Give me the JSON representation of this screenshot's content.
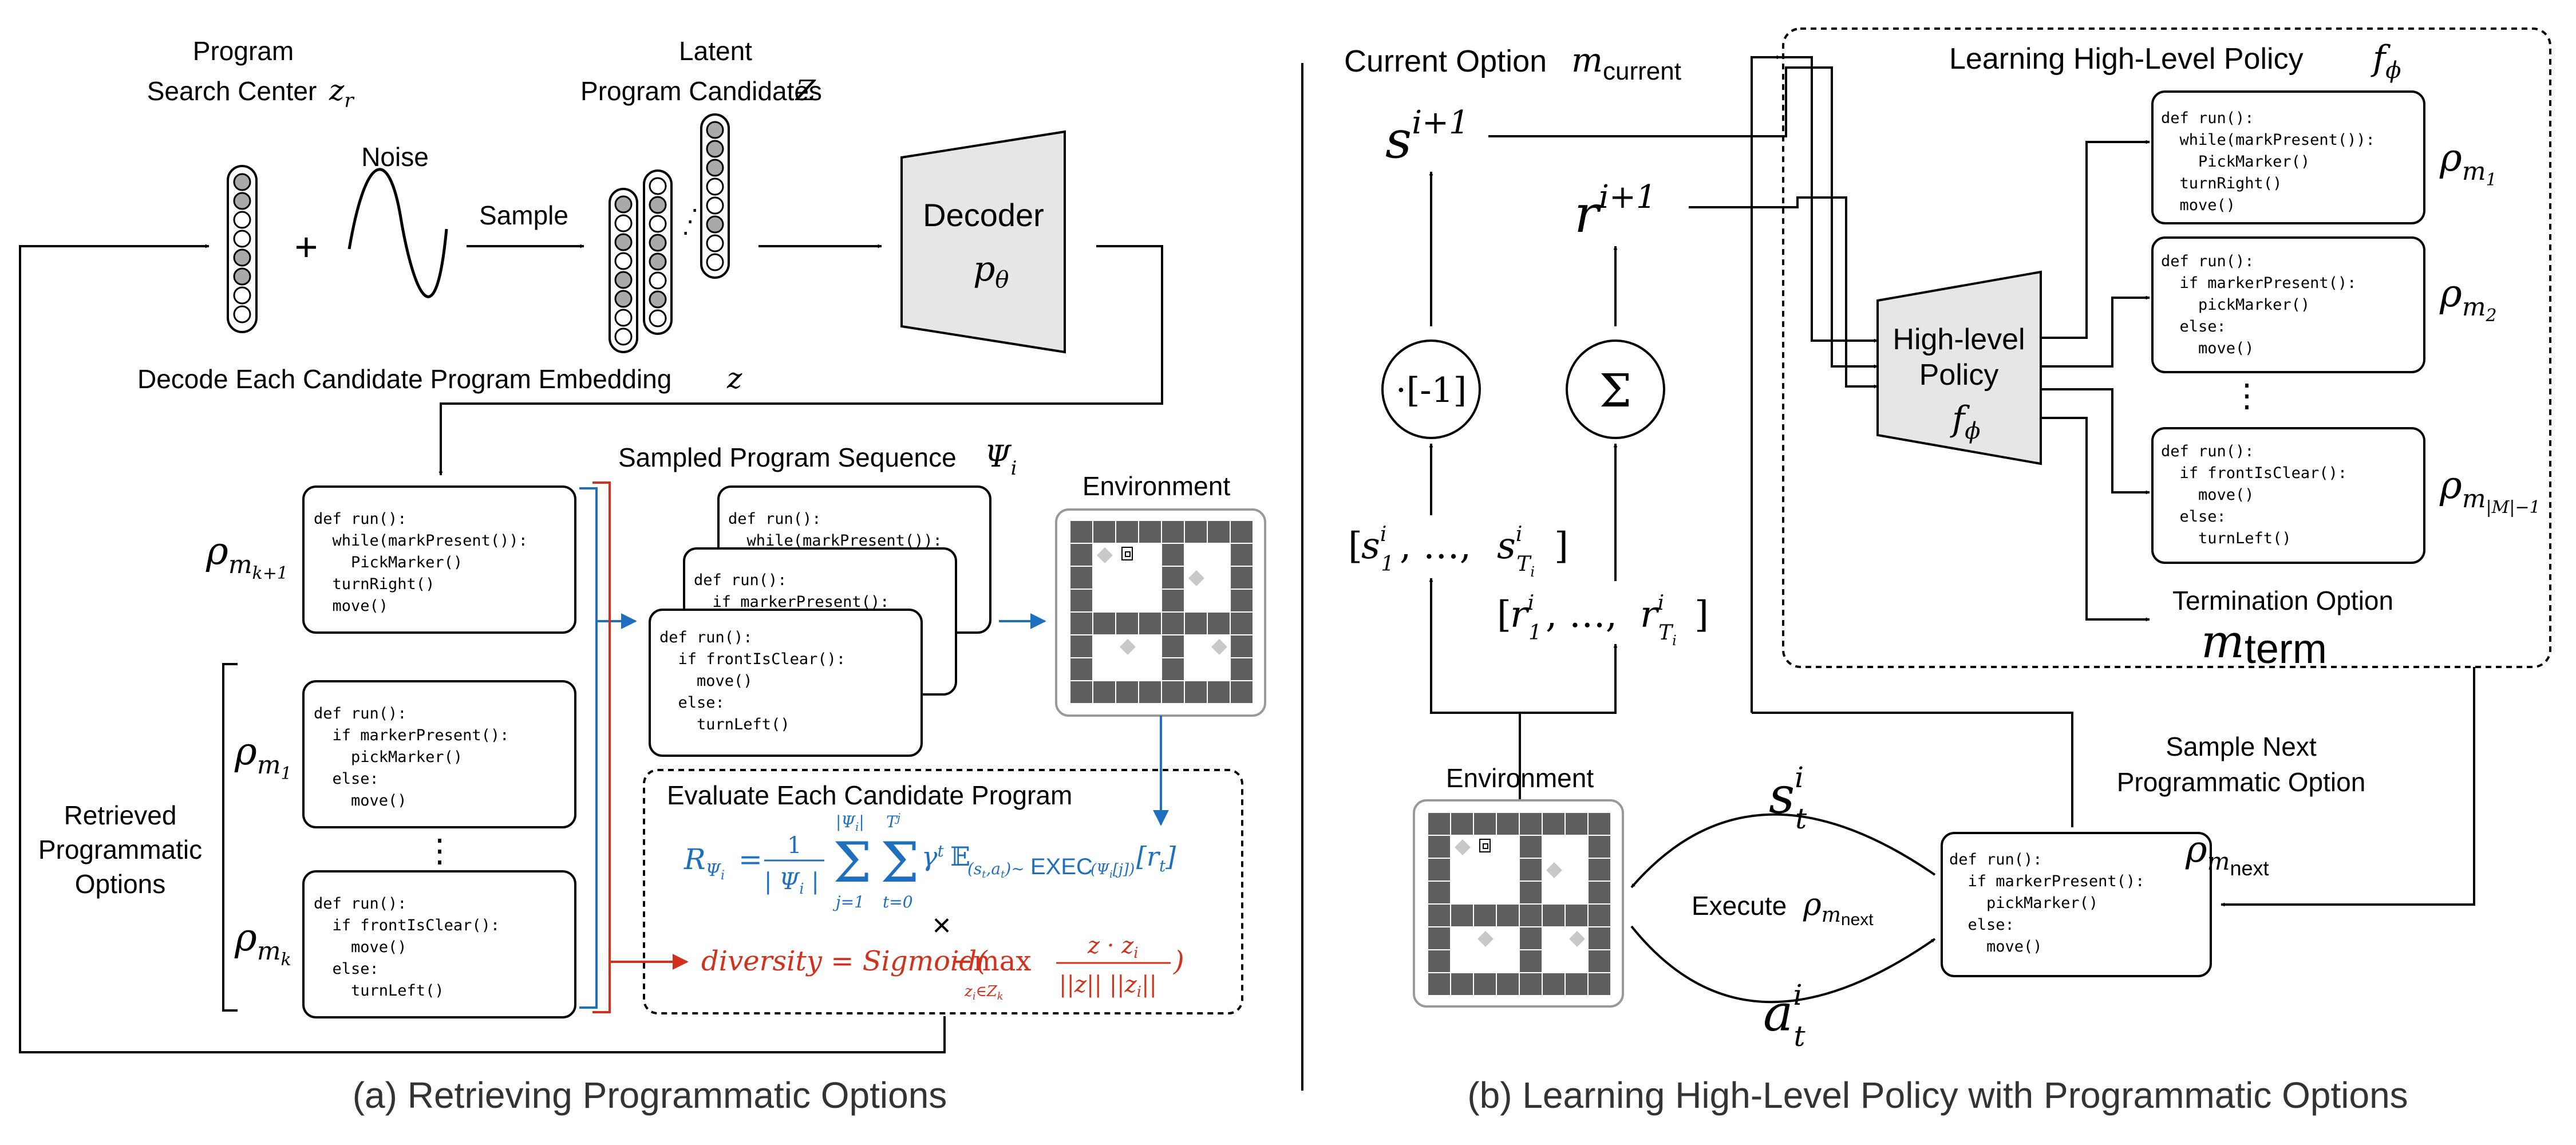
{
  "colors": {
    "ink": "#000000",
    "blue": "#1f6fbf",
    "red": "#d0321d",
    "decoder_fill": "#e6e6e6",
    "node_fill": "#a9a9a9",
    "grid_wall": "#5f5f5f",
    "grid_floor": "#ffffff"
  },
  "panel_a": {
    "caption": "(a) Retrieving Programmatic Options",
    "search_center_label_1": "Program",
    "search_center_label_2": "Search Center",
    "search_center_var": "z",
    "search_center_sub": "r",
    "noise_label": "Noise",
    "plus": "+",
    "sample_label": "Sample",
    "latent_label_1": "Latent",
    "latent_label_2": "Program Candidates",
    "latent_var": "Z",
    "decoder_label": "Decoder",
    "decoder_var": "p",
    "decoder_sub": "θ",
    "decode_label": "Decode Each Candidate Program Embedding",
    "decode_var": "z",
    "sampled_sequence_label": "Sampled Program Sequence",
    "sampled_sequence_var": "Ψ",
    "sampled_sequence_sub": "i",
    "environment_label": "Environment",
    "rho": "ρ",
    "rho_k1_sub": "m",
    "rho_k1_subsub": "k+1",
    "rho_1_subsub": "1",
    "rho_k_subsub": "k",
    "retrieved_label_1": "Retrieved",
    "retrieved_label_2": "Programmatic",
    "retrieved_label_3": "Options",
    "vdots": "⋮",
    "evaluate_label": "Evaluate Each Candidate Program",
    "reward_formula": "R_Ψi = (1/|Ψi|) Σ_{j=1}^{|Ψi|} Σ_{t=0}^{T^j} γ^t E_{(st,at)~EXEC(Ψi[j])}[rt]",
    "times": "×",
    "diversity_formula": "diversity = Sigmoid(−max_{zi∈Zk} (z·zi)/(||z|| ||zi||))",
    "programs": {
      "p_k1": [
        "def run():",
        "  while(markPresent()):",
        "    PickMarker()",
        "  turnRight()",
        "  move()"
      ],
      "p_1": [
        "def run():",
        "  if markerPresent():",
        "    pickMarker()",
        "  else:",
        "    move()"
      ],
      "p_k": [
        "def run():",
        "  if frontIsClear():",
        "    move()",
        "  else:",
        "    turnLeft()"
      ],
      "stack_back": [
        "def run():",
        "  while(markPresent()):"
      ],
      "stack_mid": [
        "def run():",
        "  if markerPresent():"
      ],
      "stack_front": [
        "def run():",
        "  if frontIsClear():",
        "    move()",
        "  else:",
        "    turnLeft()"
      ]
    }
  },
  "panel_b": {
    "caption": "(b) Learning High-Level Policy with Programmatic Options",
    "current_option_label": "Current Option",
    "current_option_var": "m",
    "current_option_sub": "current",
    "s_next": "s",
    "s_next_sup": "i+1",
    "r_next": "r",
    "r_next_sup": "i+1",
    "neg_op": "·[-1]",
    "sum_op": "Σ",
    "s_seq": "[s₁ⁱ,  …,  s_{Tᵢ}ⁱ]",
    "r_seq": "[r₁ⁱ,  …,  r_{Tᵢ}ⁱ]",
    "hl_title": "Learning High-Level Policy",
    "hl_var": "f",
    "hl_sub": "ϕ",
    "policy_label_1": "High-level",
    "policy_label_2": "Policy",
    "policy_var": "f",
    "policy_sub": "ϕ",
    "rho": "ρ",
    "rho_m1_subsub": "1",
    "rho_m2_subsub": "2",
    "rho_mlast_subsub": "|M|−1",
    "termination_label": "Termination Option",
    "m_term_var": "m",
    "m_term_sub": "term",
    "vdots": "⋮",
    "sample_next_label_1": "Sample Next",
    "sample_next_label_2": "Programmatic Option",
    "rho_next_sub": "next",
    "environment_label": "Environment",
    "execute_label": "Execute",
    "s_t": "s",
    "s_t_sub": "t",
    "s_t_sup": "i",
    "a_t": "a",
    "a_t_sub": "t",
    "a_t_sup": "i",
    "programs": {
      "pm1": [
        "def run():",
        "  while(markPresent()):",
        "    PickMarker()",
        "  turnRight()",
        "  move()"
      ],
      "pm2": [
        "def run():",
        "  if markerPresent():",
        "    pickMarker()",
        "  else:",
        "    move()"
      ],
      "pmlast": [
        "def run():",
        "  if frontIsClear():",
        "    move()",
        "  else:",
        "    turnLeft()"
      ],
      "pnext": [
        "def run():",
        "  if markerPresent():",
        "    pickMarker()",
        "  else:",
        "    move()"
      ]
    }
  }
}
